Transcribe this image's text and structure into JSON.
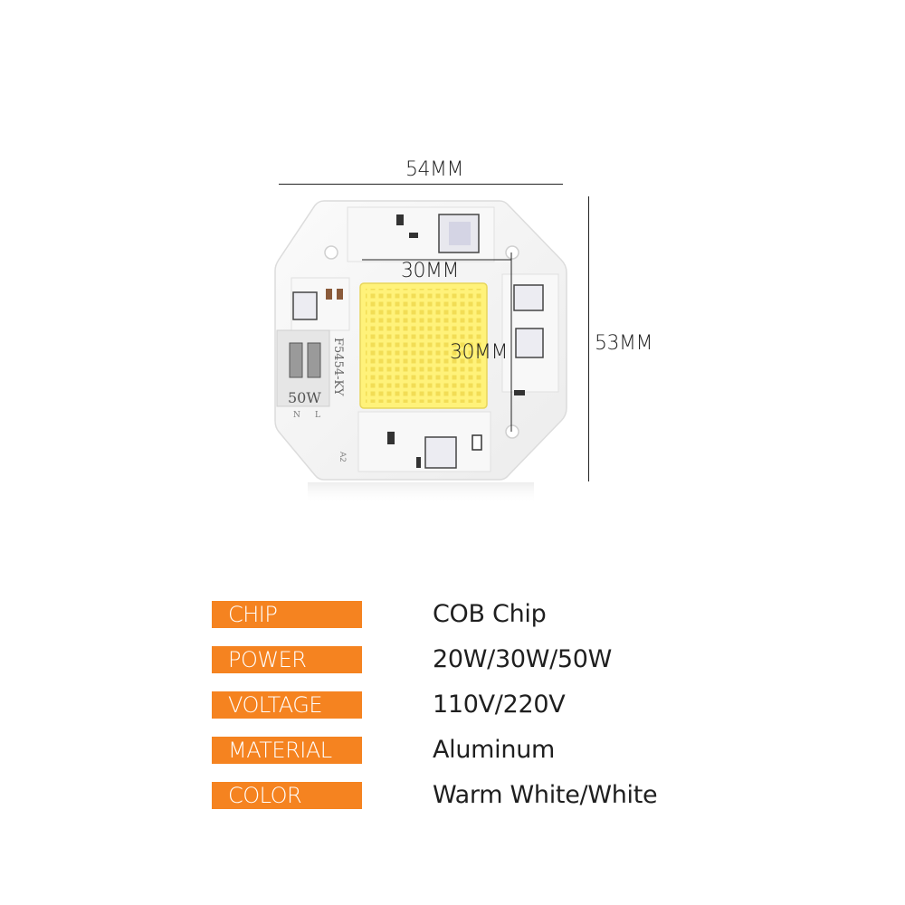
{
  "dimensions": {
    "width": "54MM",
    "height": "53MM",
    "chip_width": "30MM",
    "chip_height": "30MM"
  },
  "board_markings": {
    "model": "F5454-KY",
    "wattage": "50W",
    "pin_n": "N",
    "pin_l": "L",
    "corner": "A2"
  },
  "specs": [
    {
      "label": "CHIP",
      "value": "COB Chip"
    },
    {
      "label": "POWER",
      "value": "20W/30W/50W"
    },
    {
      "label": "VOLTAGE",
      "value": "110V/220V"
    },
    {
      "label": "MATERIAL",
      "value": "Aluminum"
    },
    {
      "label": "COLOR",
      "value": "Warm White/White"
    }
  ],
  "colors": {
    "label_bg": "#f58320",
    "chip_yellow": "#fff27a",
    "board": "#f4f4f4"
  }
}
